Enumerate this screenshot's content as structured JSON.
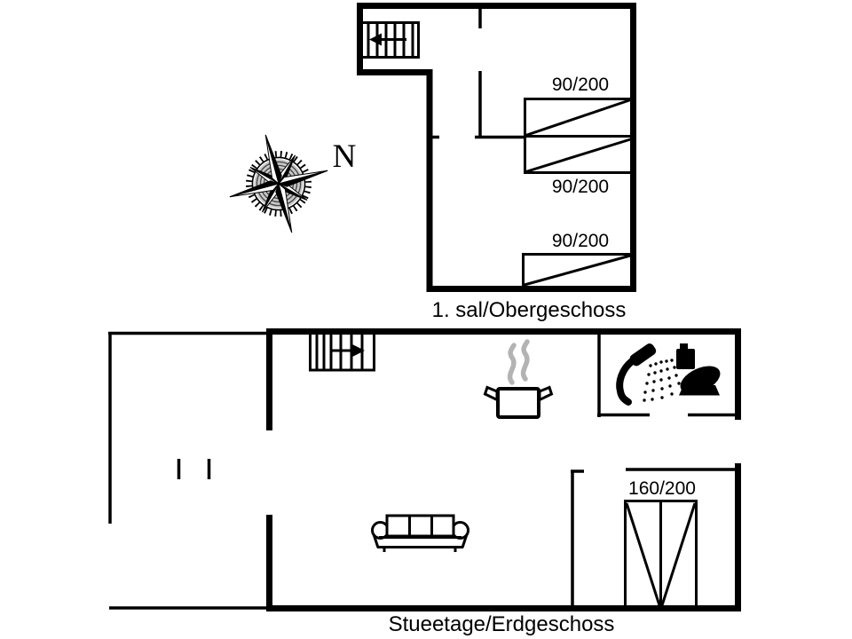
{
  "page": {
    "background_color": "#ffffff",
    "line_color": "#000000",
    "steam_color": "#b3b3b3"
  },
  "compass": {
    "north_label": "N",
    "icon": "compass-rose-icon"
  },
  "upper_floor": {
    "name_label": "1. sal/Obergeschoss",
    "bed_labels": [
      "90/200",
      "90/200",
      "90/200"
    ],
    "icons": {
      "staircase": "staircase-arrow-left-icon",
      "beds": "single-bed-icon"
    }
  },
  "ground_floor": {
    "name_label": "Stueetage/Erdgeschoss",
    "bed_label": "160/200",
    "icons": {
      "staircase": "staircase-arrow-right-icon",
      "stove": "cooking-pot-steam-icon",
      "shower": "handheld-shower-icon",
      "toilet": "toilet-icon",
      "sofa": "three-seat-sofa-icon",
      "bed": "double-bed-icon"
    }
  }
}
